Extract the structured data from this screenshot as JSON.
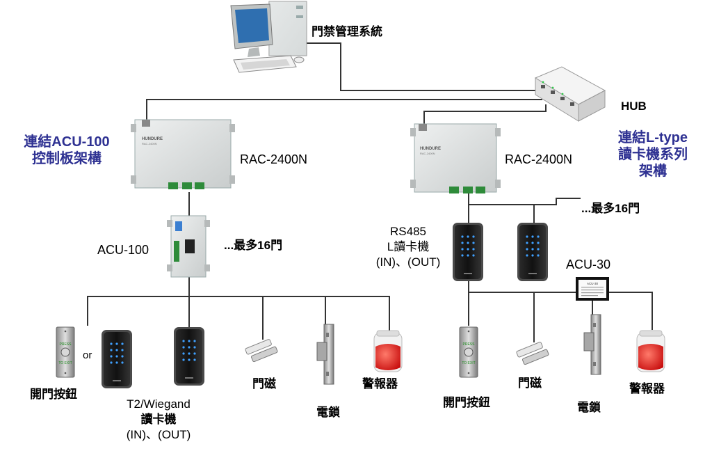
{
  "labels": {
    "system": "門禁管理系統",
    "hub": "HUB",
    "arch_left_1": "連結ACU-100",
    "arch_left_2": "控制板架構",
    "arch_right_1": "連結L-type",
    "arch_right_2": "讀卡機系列",
    "arch_right_3": "架構",
    "rac_left": "RAC-2400N",
    "rac_right": "RAC-2400N",
    "acu100": "ACU-100",
    "max_left": "...最多16門",
    "max_right": "...最多16門",
    "rs485_1": "RS485",
    "rs485_2": "L讀卡機",
    "rs485_3": "(IN)、(OUT)",
    "acu30": "ACU-30",
    "or": "or",
    "exit_btn_left": "開門按鈕",
    "reader_1": "T2/Wiegand",
    "reader_2": "讀卡機",
    "reader_3": "(IN)、(OUT)",
    "door_contact_left": "門磁",
    "lock_left": "電鎖",
    "alarm_left": "警報器",
    "exit_btn_right": "開門按鈕",
    "door_contact_right": "門磁",
    "lock_right": "電鎖",
    "alarm_right": "警報器"
  },
  "device_text": {
    "brand": "HUNDURE",
    "model": "RAC-2400N",
    "press": "PRESS",
    "to_exit": "TO EXIT",
    "acu30_tag": "ACU-30"
  },
  "colors": {
    "label_blue": "#2e3192",
    "panel_gray": "#d9dcdc",
    "reader_black": "#1a1a1a",
    "reader_key_blue": "#3fa0ff",
    "alarm_red": "#e02020"
  }
}
